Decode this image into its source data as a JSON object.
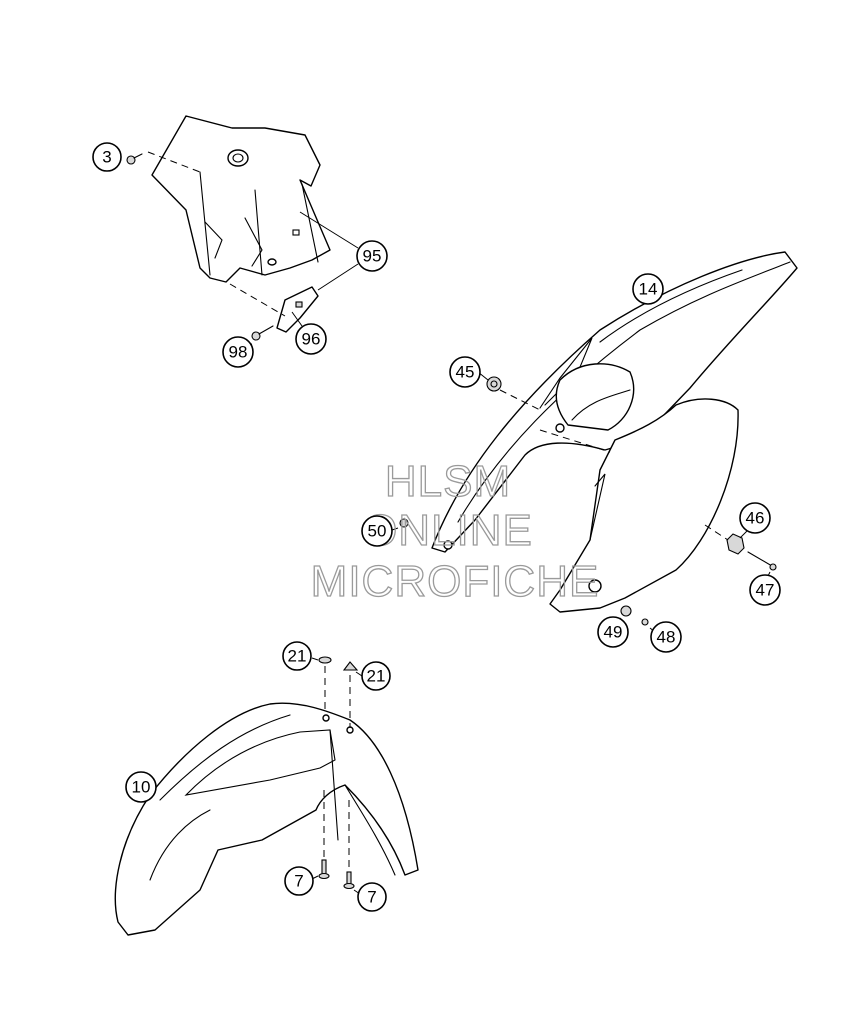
{
  "watermark": {
    "line1": "HLSM",
    "line2": "ONLINE",
    "line3": "MICROFICHE"
  },
  "callouts": {
    "c3": "3",
    "c95": "95",
    "c96": "96",
    "c98": "98",
    "c14": "14",
    "c45": "45",
    "c50": "50",
    "c46": "46",
    "c47": "47",
    "c49": "49",
    "c48": "48",
    "c21a": "21",
    "c21b": "21",
    "c10": "10",
    "c7a": "7",
    "c7b": "7"
  }
}
